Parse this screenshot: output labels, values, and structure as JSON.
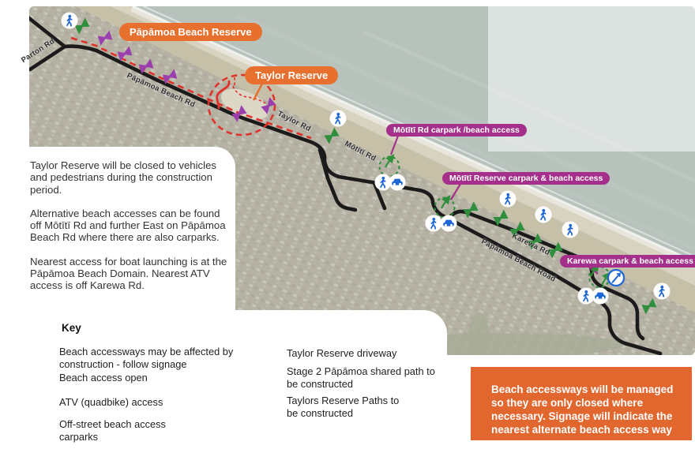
{
  "colors": {
    "reserve_pill_orange": "#e8702e",
    "access_pill_magenta": "#a5308c",
    "purple_arrow": "#9c3fae",
    "green_arrow": "#2f8f3c",
    "red_path": "#e0312a",
    "road_black": "#1b1b1b",
    "icon_blue": "#1d66d6",
    "notice_orange": "#e2672e"
  },
  "map": {
    "reserve_labels": {
      "papamoa": "Pāpāmoa Beach Reserve",
      "taylor": "Taylor Reserve"
    },
    "access_labels": {
      "motiti_rd": "Mōtītī Rd carpark /beach access",
      "motiti_reserve": "Mōtītī Reserve carpark & beach access",
      "karewa": "Karewa carpark & beach access"
    },
    "road_labels": {
      "parton": "Parton Rd",
      "papamoa_rd": "Pāpāmoa Beach Rd",
      "taylor": "Taylor Rd",
      "motiti": "Mōtītī Rd",
      "karewa": "Karewa Rd",
      "papamoa_road": "Pāpāmoa Beach Road"
    },
    "icons": {
      "pedestrian": "walking-person-in-white-circle",
      "car": "car-in-white-circle",
      "atv": "blue-circle-with-diagonal-arrow-slash",
      "carpark": "green-dashed-circle"
    }
  },
  "info_panel": {
    "paragraphs": {
      "p1": "Taylor Reserve will be closed to vehicles and pedestrians during the construction period.",
      "p2": "Alternative beach accesses can be found off Mōtītī Rd and further East on Pāpāmoa Beach Rd where there are also carparks.",
      "p3": "Nearest access for boat launching is at the Pāpāmoa Beach Domain.  Nearest ATV access is off Karewa Rd."
    }
  },
  "key": {
    "title": "Key",
    "items": {
      "affected": "Beach accessways may be affected by construction - follow signage",
      "open": "Beach access open",
      "atv": "ATV (quadbike) access",
      "offstreet": "Off-street beach access carparks",
      "driveway": "Taylor Reserve driveway",
      "stage2": "Stage 2 Pāpāmoa shared path to be constructed",
      "taylors_paths": "Taylors Reserve Paths to be constructed"
    }
  },
  "notice": {
    "text": "Beach accessways will be managed so they are only closed where necessary. Signage will indicate the nearest alternate beach access way"
  }
}
